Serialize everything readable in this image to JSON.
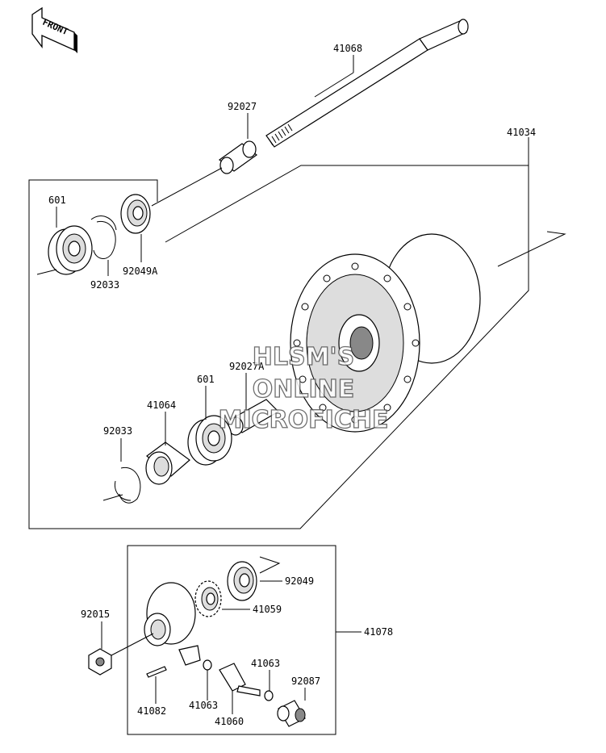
{
  "front_tag": "FRONT",
  "watermark": {
    "line1": "HLSM'S",
    "line2": "ONLINE",
    "line3": "MICROFICHE"
  },
  "parts": {
    "p41068": "41068",
    "p92027": "92027",
    "p41034": "41034",
    "p601_upper": "601",
    "p92033_upper": "92033",
    "p92049A": "92049A",
    "p92027A": "92027A",
    "p601_lower": "601",
    "p41064": "41064",
    "p92033_lower": "92033",
    "p92049": "92049",
    "p41059": "41059",
    "p92015": "92015",
    "p41078": "41078",
    "p41063_right": "41063",
    "p92087": "92087",
    "p41082": "41082",
    "p41063_left": "41063",
    "p41060": "41060"
  }
}
